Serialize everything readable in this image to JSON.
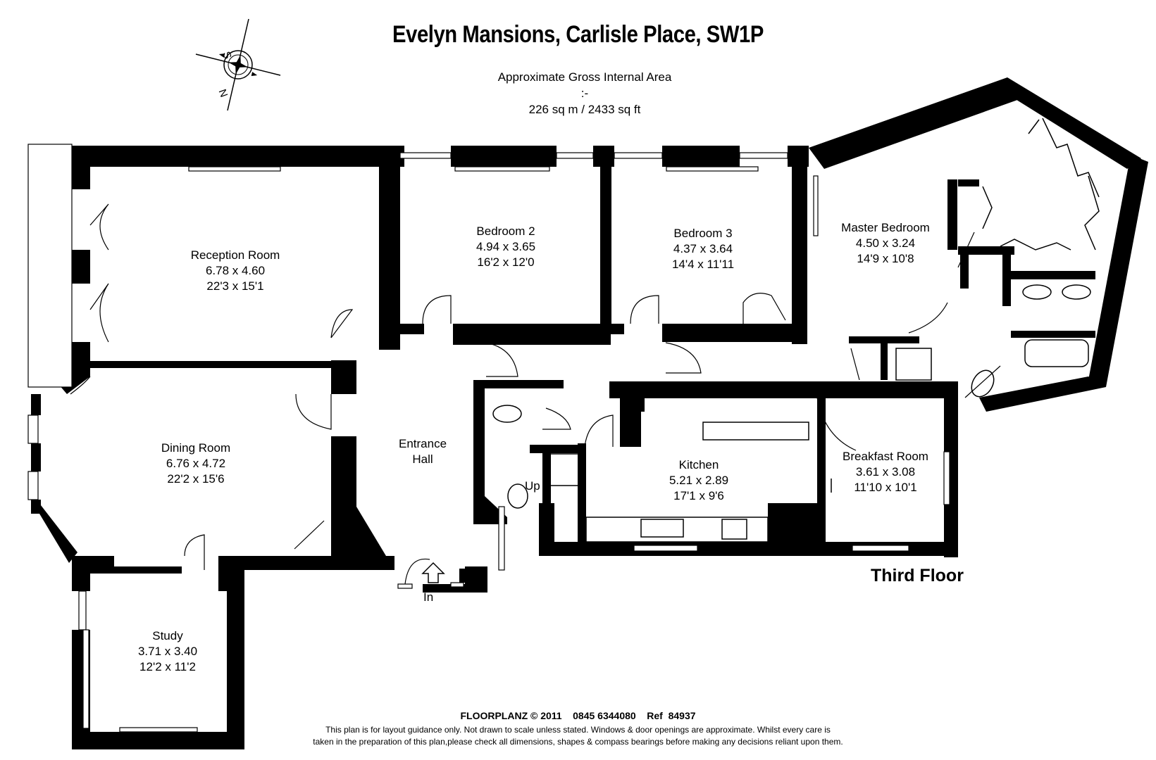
{
  "title": "Evelyn Mansions, Carlisle Place, SW1P",
  "area": {
    "label": "Approximate Gross Internal Area :-",
    "value": "226 sq m / 2433 sq ft"
  },
  "compass": {
    "n": "N",
    "s": "S"
  },
  "floor_label": "Third Floor",
  "stair_label": "Up",
  "entry_label": "In",
  "rooms": [
    {
      "name": "Reception Room",
      "metric": "6.78 x 4.60",
      "imperial": "22'3 x 15'1"
    },
    {
      "name": "Bedroom 2",
      "metric": "4.94 x 3.65",
      "imperial": "16'2 x 12'0"
    },
    {
      "name": "Bedroom 3",
      "metric": "4.37 x 3.64",
      "imperial": "14'4 x 11'11"
    },
    {
      "name": "Master Bedroom",
      "metric": "4.50 x 3.24",
      "imperial": "14'9 x 10'8"
    },
    {
      "name": "Dining Room",
      "metric": "6.76 x 4.72",
      "imperial": "22'2 x 15'6"
    },
    {
      "name": "Entrance",
      "metric": "Hall",
      "imperial": ""
    },
    {
      "name": "Kitchen",
      "metric": "5.21 x 2.89",
      "imperial": "17'1 x 9'6"
    },
    {
      "name": "Breakfast Room",
      "metric": "3.61 x 3.08",
      "imperial": "11'10 x 10'1"
    },
    {
      "name": "Study",
      "metric": "3.71 x 3.40",
      "imperial": "12'2 x 11'2"
    }
  ],
  "footer": {
    "credit": "FLOORPLANZ © 2011    0845 6344080    Ref  84937",
    "disclaimer_1": "This plan is for layout guidance only. Not drawn to scale unless stated. Windows & door openings are approximate. Whilst every care is",
    "disclaimer_2": "taken in the preparation of this plan,please check all dimensions, shapes & compass bearings before making any decisions reliant upon them."
  }
}
